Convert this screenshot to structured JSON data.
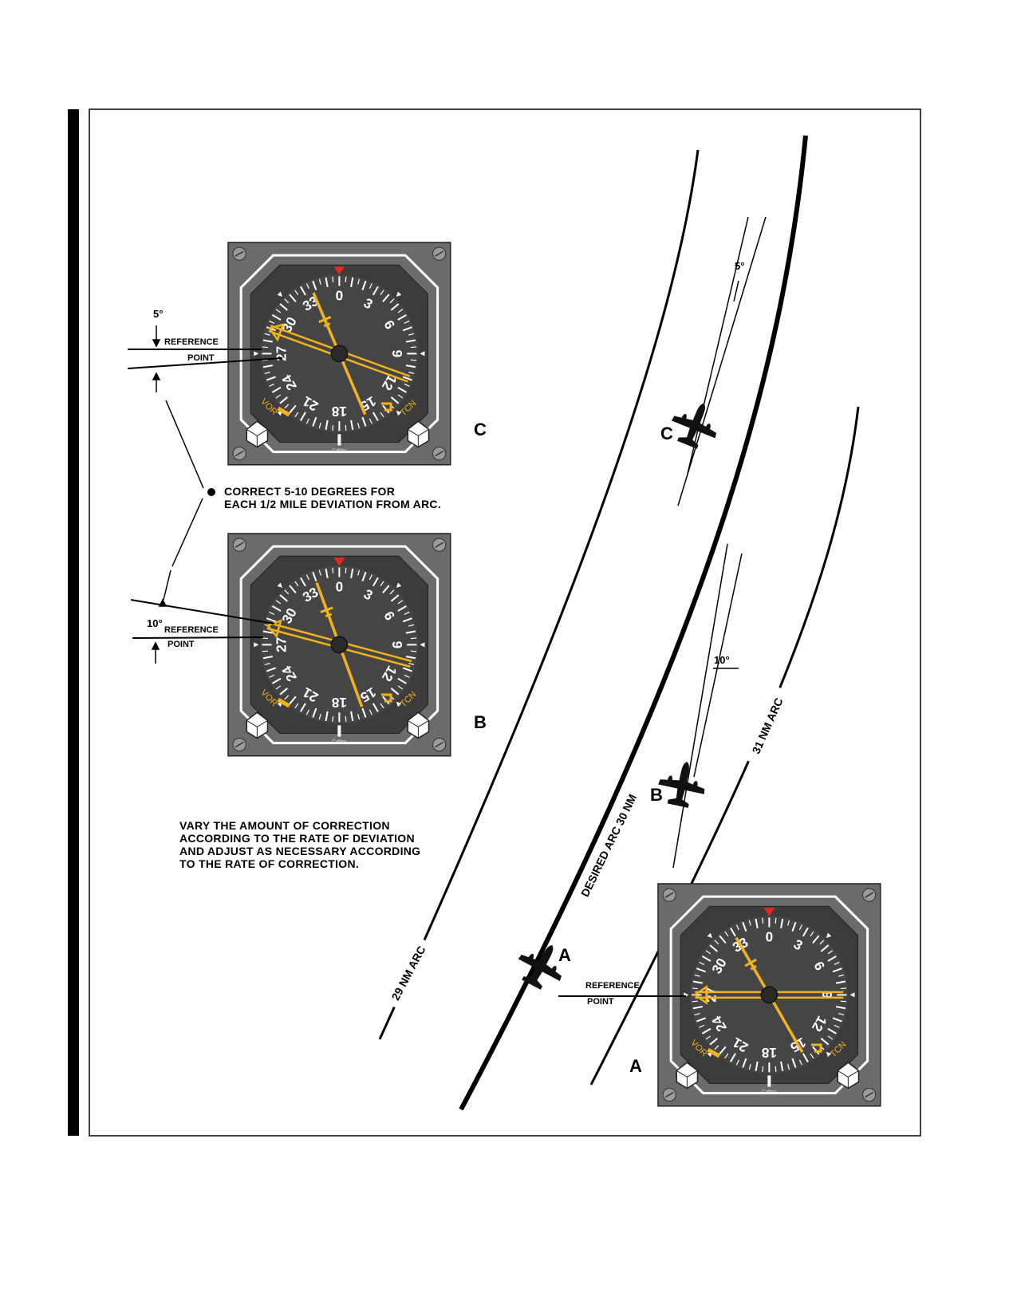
{
  "labels": {
    "reference": "REFERENCE",
    "point": "POINT",
    "five_deg": "5°",
    "ten_deg": "10°",
    "five_deg_marker": "5°",
    "ten_deg_marker": "10°",
    "letter_a": "A",
    "letter_b": "B",
    "letter_c": "C",
    "aircraft_a": "A",
    "aircraft_b": "B",
    "aircraft_c": "C"
  },
  "notes": {
    "correct": [
      "CORRECT 5-10 DEGREES FOR",
      "EACH 1/2 MILE DEVIATION FROM ARC."
    ],
    "vary": [
      "VARY THE AMOUNT OF CORRECTION",
      "ACCORDING TO THE RATE OF DEVIATION",
      "AND  ADJUST AS NECESSARY ACCORDING",
      "TO THE RATE OF CORRECTION."
    ]
  },
  "arcs": {
    "inner": "29 NM ARC",
    "desired": "DESIRED ARC 30 NM",
    "outer": "31 NM ARC"
  },
  "hsi": {
    "compass_cardinal": [
      "0",
      "3",
      "6",
      "9",
      "12",
      "15",
      "18",
      "21",
      "24",
      "27",
      "30",
      "33"
    ],
    "left_annunciator": "VOR",
    "right_annunciator": "TCN",
    "brand": "Collins",
    "colors": {
      "bezel": "#6b6b6b",
      "face": "#454545",
      "needle": "#f2b21e",
      "lubber": "#e8271d",
      "markings": "#ffffff"
    }
  },
  "instruments": [
    {
      "id": "C",
      "heading_deg": 0,
      "needle_deg": 290,
      "course_deg": 337
    },
    {
      "id": "B",
      "heading_deg": 0,
      "needle_deg": 285,
      "course_deg": 340
    },
    {
      "id": "A",
      "heading_deg": 0,
      "needle_deg": 270,
      "course_deg": 330
    }
  ]
}
